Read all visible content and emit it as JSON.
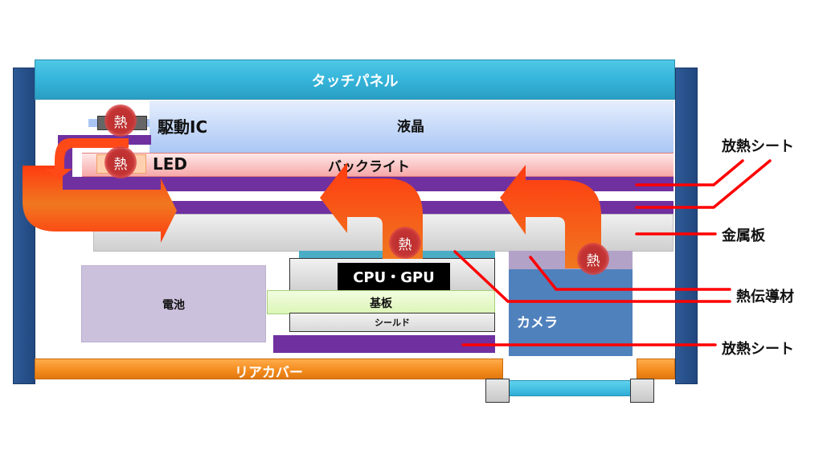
{
  "diagram": {
    "title": "Smartphone internal heat dissipation cross-section",
    "layers": {
      "touch_panel": "タッチパネル",
      "lcd": "液晶",
      "driver_ic": "駆動IC",
      "led": "LED",
      "backlight": "バックライト",
      "battery": "電池",
      "cpu_gpu": "CPU・GPU",
      "board": "基板",
      "shield": "シールド",
      "camera": "カメラ",
      "rear_cover": "リアカバー"
    },
    "heat_marker": "熱",
    "callouts": [
      {
        "id": "heat-sheet-top",
        "label": "放熱シート"
      },
      {
        "id": "metal-plate",
        "label": "金属板"
      },
      {
        "id": "thermal-conductor",
        "label": "熱伝導材"
      },
      {
        "id": "heat-sheet-bottom",
        "label": "放熱シート"
      }
    ],
    "colors": {
      "heat_sheet": "#7030a0",
      "arrow": "#f07020",
      "leader_line": "#ff0000",
      "frame": "#244c86",
      "touch_panel": "#37b7dc",
      "rear_cover": "#f28a1c"
    }
  }
}
